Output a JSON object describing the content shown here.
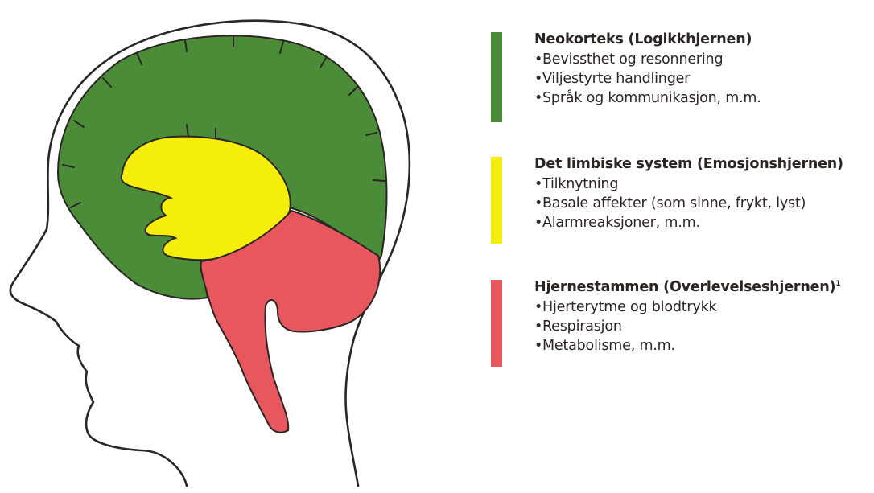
{
  "colors": {
    "neocortex": "#4a8c37",
    "limbic": "#f5ed0a",
    "brainstem": "#e8575d",
    "outline": "#2b2523"
  },
  "legend": [
    {
      "title": "Neokorteks (Logikkhjernen)",
      "title_sup": "",
      "color": "#4a8c37",
      "items": [
        "Bevissthet og resonnering",
        "Viljestyrte handlinger",
        "Språk og kommunikasjon, m.m."
      ]
    },
    {
      "title": "Det limbiske system (Emosjonshjernen)",
      "title_sup": "",
      "color": "#f5ed0a",
      "items": [
        "Tilknytning",
        "Basale affekter (som sinne, frykt, lyst)",
        "Alarmreaksjoner, m.m."
      ]
    },
    {
      "title": "Hjernestammen (Overlevelseshjernen)",
      "title_sup": "1",
      "color": "#e8575d",
      "items": [
        "Hjerterytme og blodtrykk",
        "Respirasjon",
        "Metabolisme, m.m."
      ]
    }
  ]
}
